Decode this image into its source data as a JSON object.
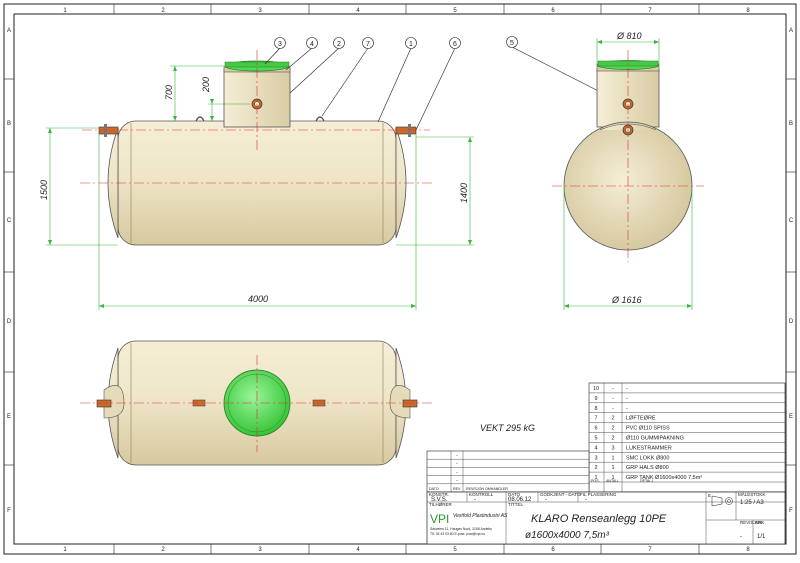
{
  "frame": {
    "col_labels": [
      "1",
      "2",
      "3",
      "4",
      "5",
      "6",
      "7",
      "8"
    ],
    "row_labels": [
      "A",
      "B",
      "C",
      "D",
      "E",
      "F"
    ]
  },
  "balloons": [
    {
      "num": "3",
      "label": "③"
    },
    {
      "num": "4",
      "label": "④"
    },
    {
      "num": "2",
      "label": "②"
    },
    {
      "num": "7",
      "label": "⑦"
    },
    {
      "num": "1",
      "label": "①"
    },
    {
      "num": "6",
      "label": "⑥"
    },
    {
      "num": "5",
      "label": "⑤"
    }
  ],
  "dimensions": {
    "neck_height": "700",
    "pipe_height": "200",
    "overall_height": "1500",
    "body_height": "1400",
    "length": "4000",
    "lid_dia": "Ø 810",
    "tank_dia": "Ø 1616"
  },
  "weight_label": "VEKT  295 kG",
  "bom": {
    "rows": [
      {
        "pos": "10",
        "qty": "-",
        "desc": "-"
      },
      {
        "pos": "9",
        "qty": "-",
        "desc": "-"
      },
      {
        "pos": "8",
        "qty": "-",
        "desc": "-"
      },
      {
        "pos": "7",
        "qty": "2",
        "desc": "LØFTEØRE"
      },
      {
        "pos": "6",
        "qty": "2",
        "desc": "PVC Ø110 SPISS"
      },
      {
        "pos": "5",
        "qty": "2",
        "desc": "Ø110 GUMMIPAKNING"
      },
      {
        "pos": "4",
        "qty": "3",
        "desc": "LUKESTRAMMER"
      },
      {
        "pos": "3",
        "qty": "1",
        "desc": "SMC LOKK Ø800"
      },
      {
        "pos": "2",
        "qty": "1",
        "desc": "GRP HALS Ø800"
      },
      {
        "pos": "1",
        "qty": "1",
        "desc": "GRP TANK Ø1600x4000   7,5m³"
      }
    ],
    "header": {
      "pos": "POS.",
      "qty": "ANTALL",
      "desc": "DETALJ"
    }
  },
  "revision": {
    "rows": [
      "-",
      "-",
      "-",
      "-"
    ],
    "header": {
      "dato": "DATO",
      "rev": "REV.",
      "desc": "REVISJON OMHANDLER"
    }
  },
  "title_block": {
    "konstr_label": "KONSTR.",
    "konstr_value": "S.V.S.",
    "kontroll_label": "KONTROLL",
    "kontroll_value": "-",
    "dato_label": "DATO",
    "dato_value": "08.06.12",
    "godkjent_label": "GODKJENT - DATO",
    "godkjent_value": "-",
    "fil_label": "FIL PLASSERING",
    "fil_value": "-",
    "mal_label": "MÅLESTOKK",
    "mal_value": "1:25 / A3",
    "tilhorer_label": "TILHØRER",
    "company_logo": "VPI",
    "company_name": "Vestfold Plastindustri AS",
    "address": "Sdsveien 11, Hauges Nord, 3158 Andebu",
    "contact": "Tlf: 33 43 03 60   E-post: post@vpi.no",
    "tittel_label": "TITTEL",
    "title_line1": "KLARO Renseanlegg 10PE",
    "title_line2": "ø1600x4000   7,5m³",
    "revisjon_label": "REVISJON",
    "revisjon_value": "-",
    "ark_label": "ARK",
    "ark_value": "1/1",
    "e_label": "E"
  },
  "colors": {
    "tank_fill": "#efe6c8",
    "tank_shade": "#d9cca4",
    "lid_green": "#5ee05e",
    "dim_green": "#3bb33b",
    "centerline_red": "#e23030"
  }
}
